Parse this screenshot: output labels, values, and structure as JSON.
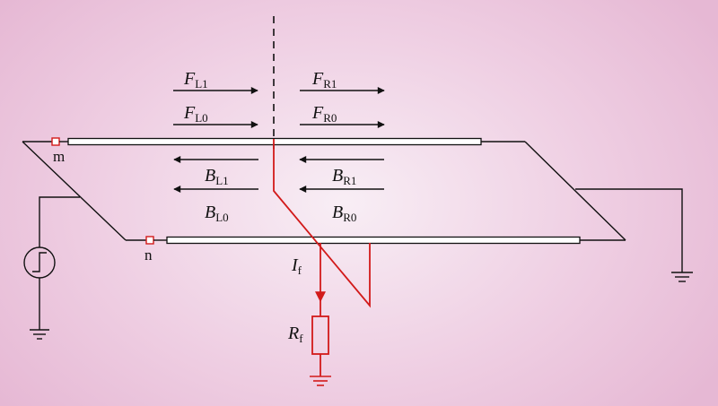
{
  "forward_waves": {
    "left": [
      {
        "main": "F",
        "sub": "L1"
      },
      {
        "main": "F",
        "sub": "L0"
      }
    ],
    "right": [
      {
        "main": "F",
        "sub": "R1"
      },
      {
        "main": "F",
        "sub": "R0"
      }
    ]
  },
  "backward_waves": {
    "left": [
      {
        "main": "B",
        "sub": "L1"
      },
      {
        "main": "B",
        "sub": "L0"
      }
    ],
    "right": [
      {
        "main": "B",
        "sub": "R1"
      },
      {
        "main": "B",
        "sub": "R0"
      }
    ]
  },
  "nodes": {
    "top": "m",
    "bottom": "n"
  },
  "fault_current": {
    "main": "I",
    "sub": "f"
  },
  "fault_resistance": {
    "main": "R",
    "sub": "f"
  },
  "colors": {
    "line": "#111111",
    "fault": "#d21a1a",
    "conductor_fill": "#ffffff"
  }
}
